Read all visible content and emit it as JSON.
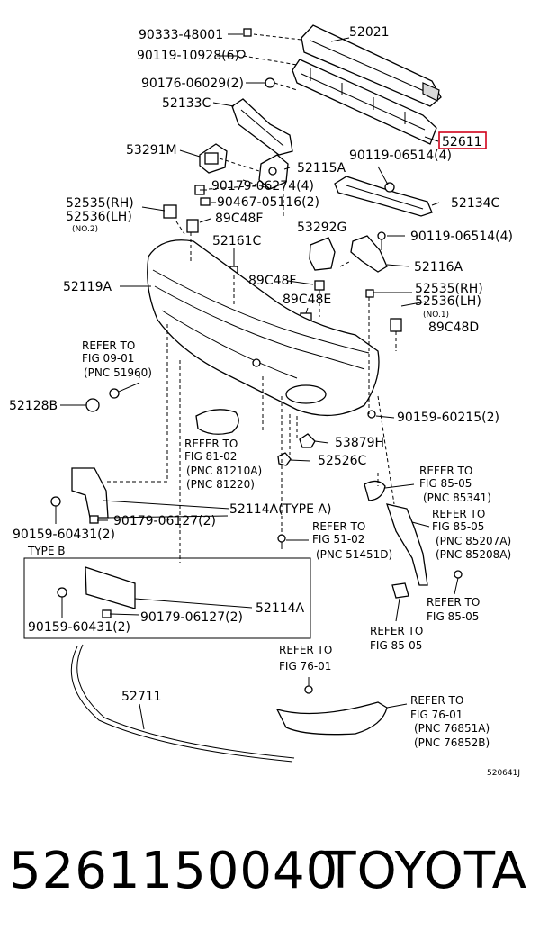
{
  "labels": {
    "p90333": "90333-48001",
    "p90119a": "90119-10928(6)",
    "p90176": "90176-06029(2)",
    "p52133c": "52133C",
    "p52021": "52021",
    "p52611": "52611",
    "p53291m": "53291M",
    "p52115a": "52115A",
    "p90119b": "90119-06514(4)",
    "p90179a": "90179-06274(4)",
    "p90467": "90467-05116(2)",
    "p52134c": "52134C",
    "p52535rh": "52535(RH)",
    "p52536lh": "52536(LH)",
    "no2": "(NO.2)",
    "p89c48f_a": "89C48F",
    "p53292g": "53292G",
    "p90119c": "90119-06514(4)",
    "p52161c": "52161C",
    "p52116a": "52116A",
    "p52119a": "52119A",
    "p89c48f_b": "89C48F",
    "p52535rh_b": "52535(RH)",
    "p52536lh_b": "52536(LH)",
    "no1": "(NO.1)",
    "p89c48e": "89C48E",
    "p89c48d": "89C48D",
    "ref0901": [
      "REFER TO",
      "FIG 09-01",
      "(PNC 51960)"
    ],
    "p52128b": "52128B",
    "p90159a": "90159-60215(2)",
    "ref8102": [
      "REFER TO",
      "FIG 81-02",
      "(PNC 81210A)",
      "(PNC 81220)"
    ],
    "p53879h": "53879H",
    "p52526c": "52526C",
    "ref8505a": [
      "REFER TO",
      "FIG 85-05",
      "(PNC 85341)"
    ],
    "p52114a_type": "52114A(TYPE A)",
    "p90179b": "90179-06127(2)",
    "ref8505b": [
      "REFER TO",
      "FIG 85-05",
      "(PNC 85207A)",
      "(PNC 85208A)"
    ],
    "ref5102": [
      "REFER TO",
      "FIG 51-02",
      "(PNC 51451D)"
    ],
    "p90159b": "90159-60431(2)",
    "type_b": "TYPE B",
    "p52114a": "52114A",
    "p90179c": "90179-06127(2)",
    "p90159c": "90159-60431(2)",
    "ref8505c": [
      "REFER TO",
      "FIG 85-05"
    ],
    "ref8505d": [
      "REFER TO",
      "FIG 85-05"
    ],
    "ref7601a": [
      "REFER TO",
      "FIG 76-01"
    ],
    "p52711": "52711",
    "ref7601b": [
      "REFER TO",
      "FIG 76-01",
      "(PNC 76851A)",
      "(PNC 76852B)"
    ],
    "code": "520641J"
  },
  "footer": {
    "part_number": "5261150040",
    "brand": "TOYOTA"
  },
  "colors": {
    "highlight": "#d0021b",
    "line": "#000000",
    "background": "#ffffff"
  }
}
